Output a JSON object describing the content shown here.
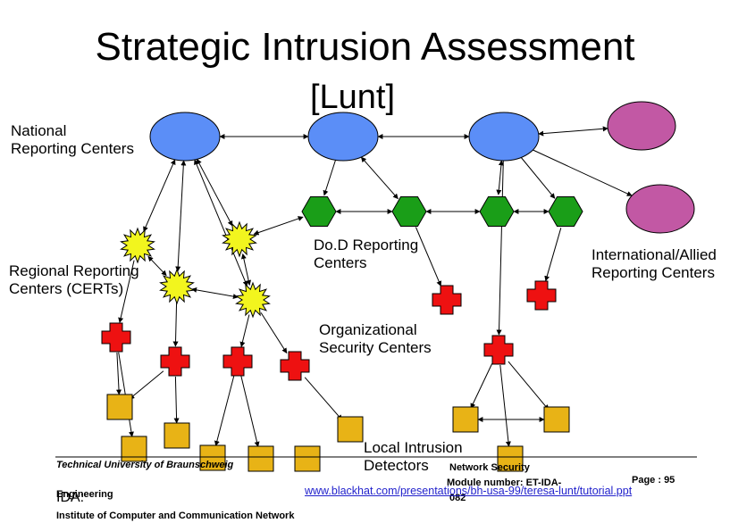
{
  "title": "Strategic Intrusion Assessment",
  "subtitle": "[Lunt]",
  "labels": {
    "national": "National\nReporting Centers",
    "regional": "Regional Reporting\nCenters (CERTs)",
    "dod": "Do.D Reporting\nCenters",
    "international": "International/Allied\nReporting Centers",
    "organizational": "Organizational\nSecurity Centers",
    "local": "Local Intrusion\nDetectors"
  },
  "footer": {
    "university": "Technical University of Braunschweig",
    "ida_prefix": "IDA:",
    "ida_rest": "Institute of Computer and Communication Network",
    "engineering": "Engineering",
    "course": "Network Security",
    "module": "Module number: ET-IDA-",
    "module_num": "082",
    "page": "Page : 95",
    "url": "www.blackhat.com/presentations/bh-usa-99/teresa-lunt/tutorial.ppt"
  },
  "colors": {
    "national": "#5b8ef7",
    "international": "#c258a4",
    "dod": "#1a9e18",
    "regional": "#f2f51e",
    "organizational": "#ee1111",
    "local": "#e8b316"
  }
}
